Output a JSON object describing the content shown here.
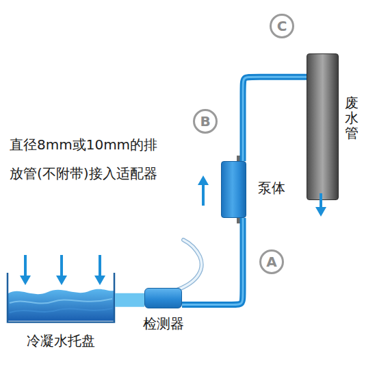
{
  "diagram": {
    "nodes": [
      {
        "text": [
          "冷凝水托盘"
        ]
      },
      {
        "text": [
          "检测器"
        ]
      },
      {
        "text": [
          "泵体"
        ]
      },
      {
        "text": [
          "废水管"
        ]
      }
    ],
    "edges": [
      {
        "from": 0,
        "to": 1,
        "arrow": "none"
      },
      {
        "from": 1,
        "to": 2,
        "arrow": "none"
      },
      {
        "from": 2,
        "to": 3,
        "arrow": "none"
      }
    ],
    "labels": [
      "C",
      "B",
      "直径8mm或10mm的排放管(不附带)接入适配器",
      "A"
    ]
  }
}
